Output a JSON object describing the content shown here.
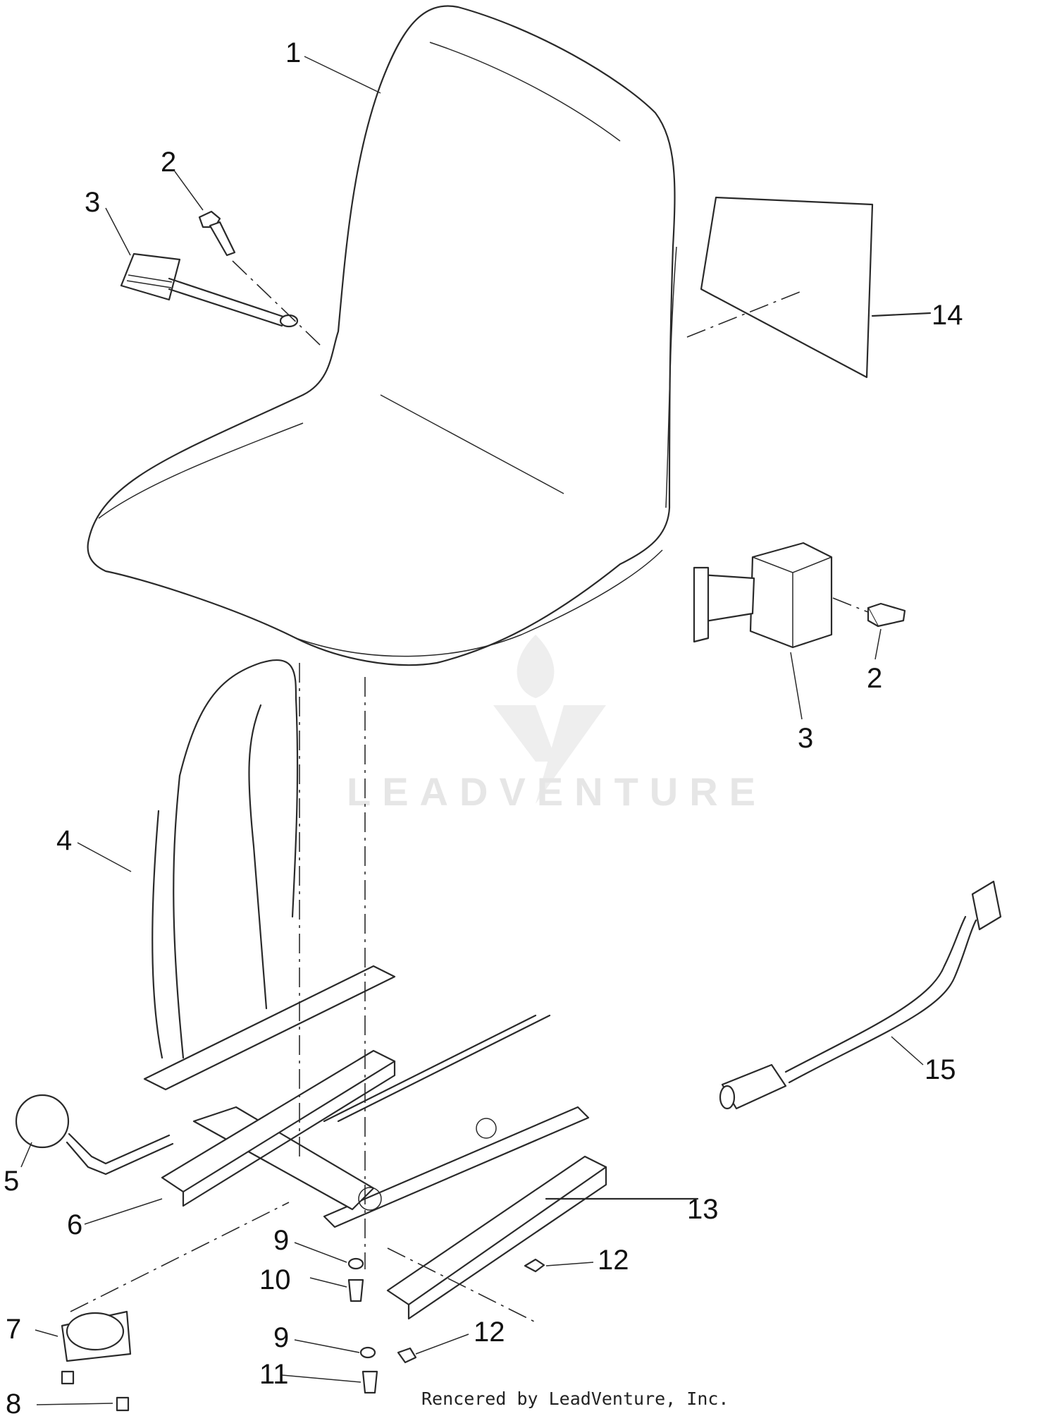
{
  "callouts": {
    "c1": "1",
    "c2a": "2",
    "c2b": "2",
    "c3a": "3",
    "c3b": "3",
    "c4": "4",
    "c5": "5",
    "c6": "6",
    "c7": "7",
    "c8": "8",
    "c9a": "9",
    "c9b": "9",
    "c10": "10",
    "c11": "11",
    "c12a": "12",
    "c12b": "12",
    "c13": "13",
    "c14": "14",
    "c15": "15"
  },
  "watermark": "LEADVENTURE",
  "credit": "Rencered by LeadVenture, Inc."
}
